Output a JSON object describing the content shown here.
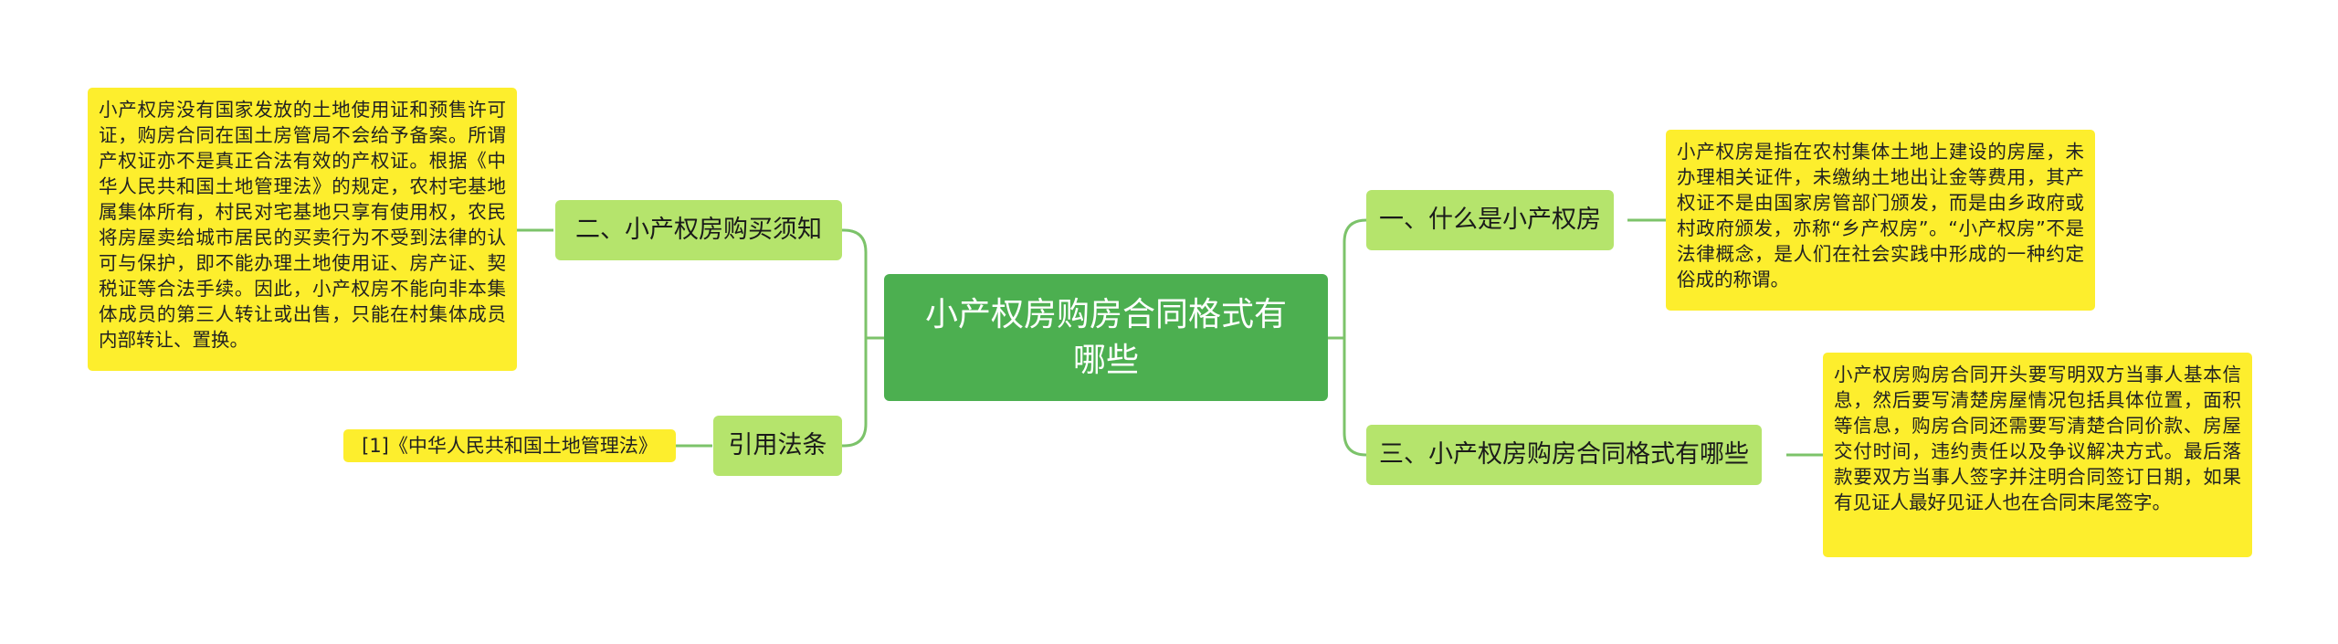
{
  "root": {
    "title": "小产权房购房合同格式有哪些"
  },
  "branches": {
    "what_is": {
      "label": "一、什么是小产权房"
    },
    "notice": {
      "label": "二、小产权房购买须知"
    },
    "format": {
      "label": "三、小产权房购房合同格式有哪些"
    },
    "law": {
      "label": "引用法条"
    }
  },
  "leaves": {
    "what_is": "小产权房是指在农村集体土地上建设的房屋，未办理相关证件，未缴纳土地出让金等费用，其产权证不是由国家房管部门颁发，而是由乡政府或村政府颁发，亦称“乡产权房”。“小产权房”不是法律概念，是人们在社会实践中形成的一种约定俗成的称谓。",
    "notice": "小产权房没有国家发放的土地使用证和预售许可证，购房合同在国土房管局不会给予备案。所谓产权证亦不是真正合法有效的产权证。根据《中华人民共和国土地管理法》的规定，农村宅基地属集体所有，村民对宅基地只享有使用权，农民将房屋卖给城市居民的买卖行为不受到法律的认可与保护，即不能办理土地使用证、房产证、契税证等合法手续。因此，小产权房不能向非本集体成员的第三人转让或出售，只能在村集体成员内部转让、置换。",
    "format": "小产权房购房合同开头要写明双方当事人基本信息，然后要写清楚房屋情况包括具体位置，面积等信息，购房合同还需要写清楚合同价款、房屋交付时间，违约责任以及争议解决方式。最后落款要双方当事人签字并注明合同签订日期，如果有见证人最好见证人也在合同末尾签字。",
    "law": "[1]《中华人民共和国土地管理法》"
  },
  "colors": {
    "root": "#4caf50",
    "branch": "#b5e46c",
    "leaf": "#fdee2d",
    "connector": "#7cc36a"
  }
}
